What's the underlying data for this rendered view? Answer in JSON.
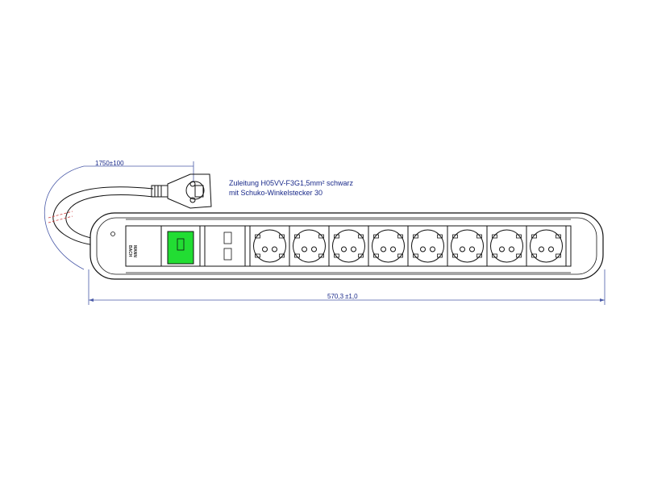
{
  "cable_note": {
    "line1": "Zuleitung H05VV-F3G1,5mm² schwarz",
    "line2": "mit Schuko-Winkelstecker 30"
  },
  "dimensions": {
    "cable_length": "1750±100",
    "total_length_value": "570,3",
    "total_length_tolerance": "±1,0"
  },
  "product": {
    "brand_mark_line1": "BACH",
    "brand_mark_line2": "MANN",
    "socket_count": 8,
    "usb_port_count": 2,
    "switch_color": "#22dd33"
  }
}
